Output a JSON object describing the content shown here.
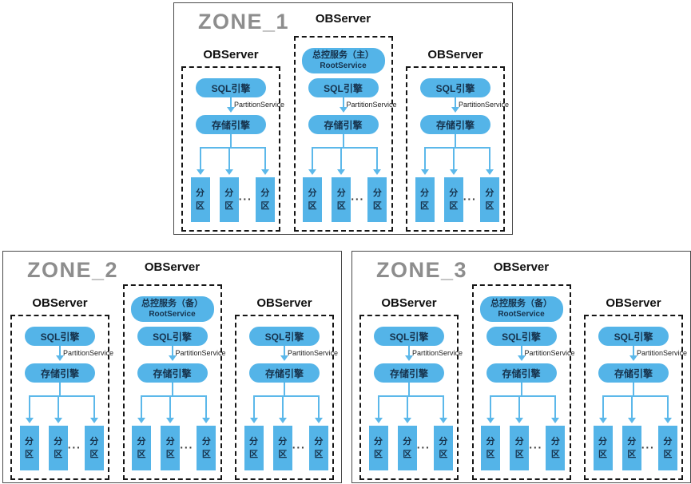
{
  "colors": {
    "background": "#ffffff",
    "box_blue": "#54b4e8",
    "line_blue": "#5cb8ea",
    "zone_title_gray": "#8d8d8d",
    "box_text_dark": "#16324c",
    "label_black": "#111111",
    "zone_border": "#4a4a4a",
    "dashed_border": "#161616"
  },
  "shared": {
    "server_label": "OBServer",
    "sql_engine_label": "SQL引擎",
    "storage_engine_label": "存储引擎",
    "partition_service_label": "PartitionService",
    "partition_line1": "分",
    "partition_line2": "区",
    "dots": "···",
    "root_service_en": "RootService"
  },
  "zones": [
    {
      "title": "ZONE_1",
      "root_service_cn": "总控服务（主）"
    },
    {
      "title": "ZONE_2",
      "root_service_cn": "总控服务（备）"
    },
    {
      "title": "ZONE_3",
      "root_service_cn": "总控服务（备）"
    }
  ]
}
